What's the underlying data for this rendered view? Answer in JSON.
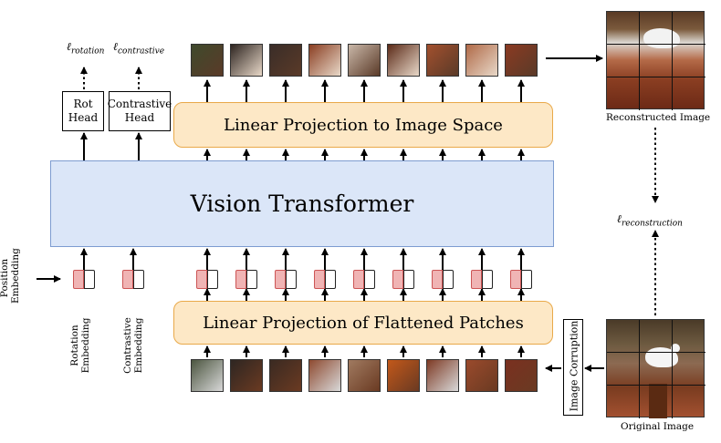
{
  "main_block": {
    "label": "Vision Transformer"
  },
  "top_projection": {
    "label": "Linear Projection to Image Space"
  },
  "bottom_projection": {
    "label": "Linear Projection of Flattened Patches"
  },
  "heads": {
    "rot": {
      "line1": "Rot",
      "line2": "Head"
    },
    "contrastive": {
      "line1": "Contrastive",
      "line2": "Head"
    }
  },
  "losses": {
    "rotation_symbol": "ℓ",
    "rotation_sub": "rotation",
    "contrastive_symbol": "ℓ",
    "contrastive_sub": "contrastive",
    "reconstruction_symbol": "ℓ",
    "reconstruction_sub": "reconstruction"
  },
  "labels": {
    "position_embedding_line1": "Position",
    "position_embedding_line2": "Embedding",
    "rotation_embedding_line1": "Rotation",
    "rotation_embedding_line2": "Embedding",
    "contrastive_embedding_line1": "Contrastive",
    "contrastive_embedding_line2": "Embedding",
    "reconstructed_image": "Reconstructed Image",
    "original_image": "Original Image",
    "image_corruption": "Image Corruption"
  },
  "colors": {
    "orange_fill": "#fde8c6",
    "orange_border": "#e9a94a",
    "blue_fill": "#dbe6f8",
    "blue_border": "#7d9cd1",
    "embedding_red": "#f0b4b4"
  }
}
